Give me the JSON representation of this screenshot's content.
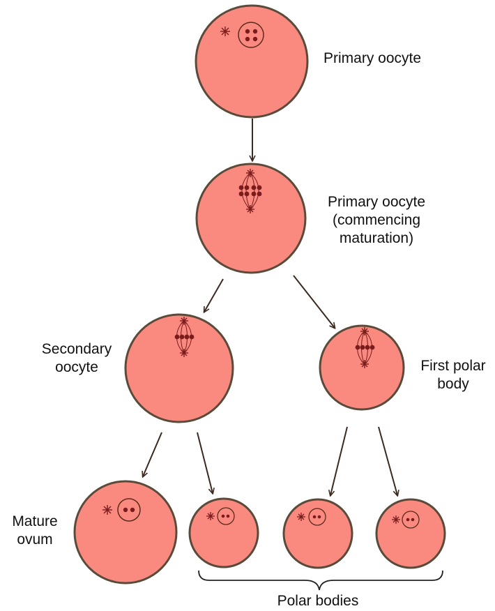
{
  "labels": {
    "primary_oocyte": "Primary oocyte",
    "commencing_line1": "Primary oocyte",
    "commencing_line2": "(commencing",
    "commencing_line3": "maturation)",
    "secondary_line1": "Secondary",
    "secondary_line2": "oocyte",
    "first_polar_line1": "First polar",
    "first_polar_line2": "body",
    "mature_line1": "Mature",
    "mature_line2": "ovum",
    "polar_bodies": "Polar bodies"
  },
  "colors": {
    "cell_fill": "#fa8a80",
    "cell_outline": "#5a4a3a",
    "chromosome": "#7a1c1c",
    "arrow": "#3a2a20"
  }
}
